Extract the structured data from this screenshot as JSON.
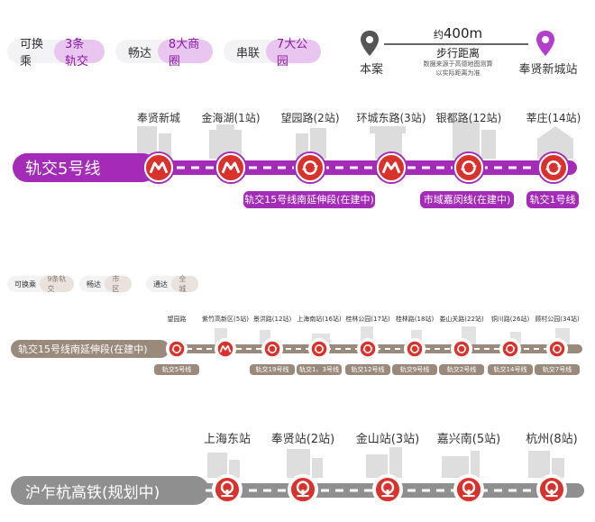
{
  "top": {
    "pills": [
      {
        "key": "可换乘",
        "value": "3条轨交"
      },
      {
        "key": "畅达",
        "value": "8大商圈"
      },
      {
        "key": "串联",
        "value": "7大公园"
      }
    ],
    "legend": {
      "origin_label": "本案",
      "dest_label": "奉贤新城站",
      "distance_prefix": "约",
      "distance_value": "400m",
      "distance_mode": "步行距离",
      "note_line1": "数据来源于高德地图测算",
      "note_line2": "以实际距离为准"
    }
  },
  "line5": {
    "label": "轨交5号线",
    "color": "#a32bb8",
    "stops": [
      {
        "name": "奉贤新城",
        "icon": "metro-icon"
      },
      {
        "name": "金海湖(1站)",
        "icon": "metro-icon"
      },
      {
        "name": "望园路(2站)",
        "icon": "transfer-icon"
      },
      {
        "name": "环城东路(3站)",
        "icon": "metro-icon"
      },
      {
        "name": "银都路(12站)",
        "icon": "transfer-icon"
      },
      {
        "name": "莘庄(14站)",
        "icon": "transfer-icon"
      }
    ],
    "tags": [
      "轨交15号线南延伸段(在建中)",
      "市域嘉闵线(在建中)",
      "轨交1号线"
    ]
  },
  "line15": {
    "pills": [
      {
        "key": "可换乘",
        "value": "9条轨交"
      },
      {
        "key": "畅达",
        "value": "市区"
      },
      {
        "key": "通达",
        "value": "全城"
      }
    ],
    "label": "轨交15号线南延伸段(在建中)",
    "color": "#9a8a7c",
    "stops": [
      {
        "name": "望园路",
        "icon": "transfer-icon"
      },
      {
        "name": "紫竹高新区(5站)",
        "icon": "metro-icon"
      },
      {
        "name": "景洪路(12站)",
        "icon": "transfer-icon"
      },
      {
        "name": "上海南站(16站)",
        "icon": "transfer-icon"
      },
      {
        "name": "桂林公园(17站)",
        "icon": "transfer-icon"
      },
      {
        "name": "桂林路(18站)",
        "icon": "transfer-icon"
      },
      {
        "name": "娄山关路(22站)",
        "icon": "transfer-icon"
      },
      {
        "name": "铜川路(26站)",
        "icon": "transfer-icon"
      },
      {
        "name": "顾村公园(34站)",
        "icon": "transfer-icon"
      }
    ],
    "tags": [
      "轨交5号线",
      "轨交19号线",
      "轨交1、3号线",
      "轨交12号线",
      "轨交9号线",
      "轨交2号线",
      "轨交14号线",
      "轨交7号线"
    ]
  },
  "hsr": {
    "label": "沪乍杭高铁(规划中)",
    "color": "#8f8f8f",
    "stops": [
      {
        "name": "上海东站",
        "icon": "railway-icon"
      },
      {
        "name": "奉贤站(2站)",
        "icon": "railway-icon"
      },
      {
        "name": "金山站(3站)",
        "icon": "railway-icon"
      },
      {
        "name": "嘉兴南(5站)",
        "icon": "railway-icon"
      },
      {
        "name": "杭州(8站)",
        "icon": "railway-icon"
      }
    ]
  },
  "colors": {
    "metro_red": "#d9312b",
    "purple_accent": "#a32bb8",
    "purple_pill_bg": "#e8c6f0",
    "building_gray": "#d7d7d7"
  }
}
